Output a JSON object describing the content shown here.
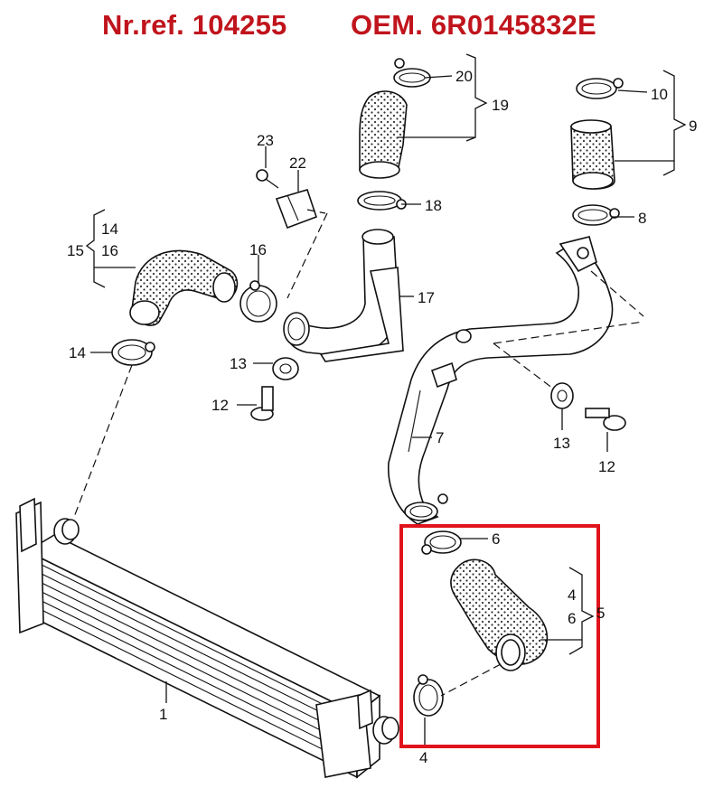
{
  "header": {
    "reference": "Nr.ref. 104255",
    "oem": "OEM. 6R0145832E",
    "color": "#c0141c"
  },
  "highlight_color": "#e0141c",
  "callouts": {
    "c20": "20",
    "c19": "19",
    "c10": "10",
    "c9": "9",
    "c23": "23",
    "c22": "22",
    "c18": "18",
    "c8": "8",
    "c14a": "14",
    "c15": "15",
    "c16a": "16",
    "c16b": "16",
    "c17": "17",
    "c14b": "14",
    "c13a": "13",
    "c12a": "12",
    "c7": "7",
    "c13b": "13",
    "c12b": "12",
    "c6a": "6",
    "c4a": "4",
    "c6b": "6",
    "c5": "5",
    "c1": "1",
    "c4b": "4"
  }
}
